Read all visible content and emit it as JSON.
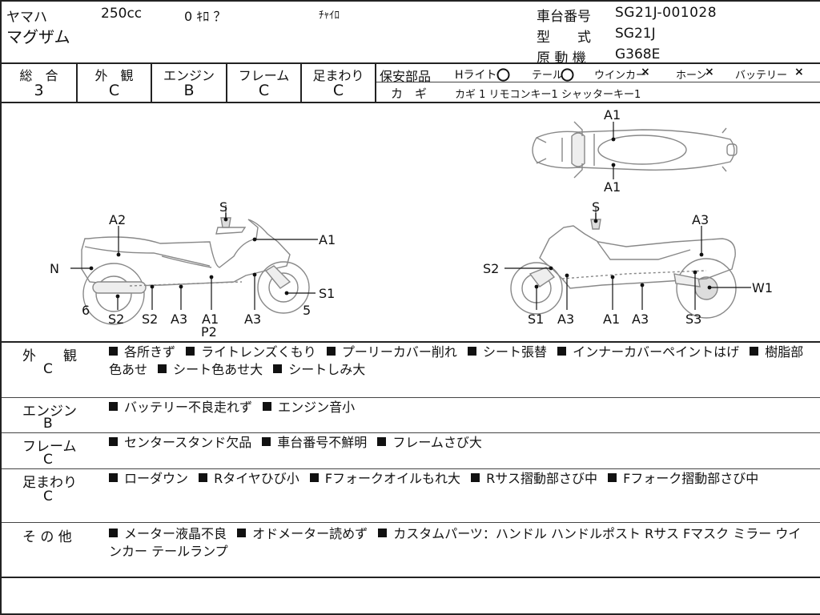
{
  "header": {
    "maker": "ヤマハ",
    "displacement": "250cc",
    "mileage": "0 ｷﾛ ？",
    "color": "ﾁｬｲﾛ",
    "model_name": "マグザム",
    "frame_no_label": "車台番号",
    "frame_no": "SG21J-001028",
    "type_label": "型　　式",
    "type": "SG21J",
    "engine_label": "原 動 機",
    "engine": "G368E"
  },
  "grades": [
    {
      "label": "総　合",
      "value": "3"
    },
    {
      "label": "外　観",
      "value": "C"
    },
    {
      "label": "エンジン",
      "value": "B"
    },
    {
      "label": "フレーム",
      "value": "C"
    },
    {
      "label": "足まわり",
      "value": "C"
    }
  ],
  "safety": {
    "label": "保安部品",
    "headlight": "Hライト",
    "headlight_mark": "〇",
    "tail": "テール",
    "tail_mark": "〇",
    "winker": "ウインカー",
    "winker_mark": "×",
    "horn": "ホーン",
    "horn_mark": "×",
    "battery": "バッテリー",
    "battery_mark": "×",
    "key_label": "カ　ギ",
    "keys": "カギ 1  リモコンキー1  シャッターキー1"
  },
  "diagram_labels": {
    "left": {
      "S": "S",
      "A2": "A2",
      "A1": "A1",
      "N": "N",
      "S1": "S1",
      "n6": "6",
      "n5": "5",
      "S2a": "S2",
      "S2b": "S2",
      "A3a": "A3",
      "A1b": "A1",
      "P2": "P2",
      "A3b": "A3"
    },
    "top": {
      "A1a": "A1",
      "A1b": "A1"
    },
    "right": {
      "S": "S",
      "A3": "A3",
      "S2": "S2",
      "W1": "W1",
      "S1": "S1",
      "A3a": "A3",
      "A1": "A1",
      "A3b": "A3",
      "S3": "S3"
    }
  },
  "sections": [
    {
      "label": "外　　観",
      "grade": "C",
      "items": [
        "各所きず",
        "ライトレンズくもり",
        "プーリーカバー削れ",
        "シート張替",
        "インナーカバーペイントはげ",
        "樹脂部色あせ",
        "シート色あせ大",
        "シートしみ大"
      ]
    },
    {
      "label": "エンジン",
      "grade": "B",
      "items": [
        "バッテリー不良走れず",
        "エンジン音小"
      ]
    },
    {
      "label": "フレーム",
      "grade": "C",
      "items": [
        "センタースタンド欠品",
        "車台番号不鮮明",
        "フレームさび大"
      ]
    },
    {
      "label": "足まわり",
      "grade": "C",
      "items": [
        "ローダウン",
        "Rタイヤひび小",
        "Fフォークオイルもれ大",
        "Rサス摺動部さび中",
        "Fフォーク摺動部さび中"
      ]
    },
    {
      "label": "そ の 他",
      "grade": "",
      "items": [
        "メーター液晶不良",
        "オドメーター読めず",
        "カスタムパーツ：ハンドル ハンドルポスト Rサス Fマスク ミラー ウインカー テールランプ"
      ]
    }
  ]
}
